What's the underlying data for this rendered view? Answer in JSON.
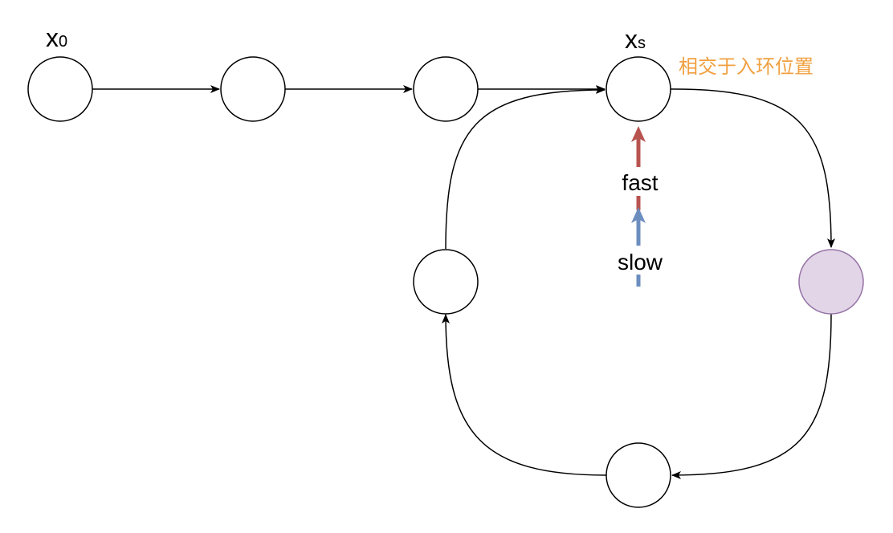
{
  "labels": {
    "x0_main": "x",
    "x0_sub": "0",
    "xs_main": "x",
    "xs_sub": "s",
    "intersection_note": "相交于入环位置",
    "fast": "fast",
    "slow": "slow"
  },
  "colors": {
    "fast": "#b85450",
    "slow": "#6c8ebf",
    "note": "#f0a040",
    "highlight_fill": "#e1d5e7",
    "highlight_stroke": "#9673a6"
  },
  "nodes": [
    {
      "id": "n0",
      "highlight": false
    },
    {
      "id": "n1",
      "highlight": false
    },
    {
      "id": "n2",
      "highlight": false
    },
    {
      "id": "n3",
      "highlight": false
    },
    {
      "id": "n4",
      "highlight": true
    },
    {
      "id": "n5",
      "highlight": false
    },
    {
      "id": "n6",
      "highlight": false
    }
  ]
}
